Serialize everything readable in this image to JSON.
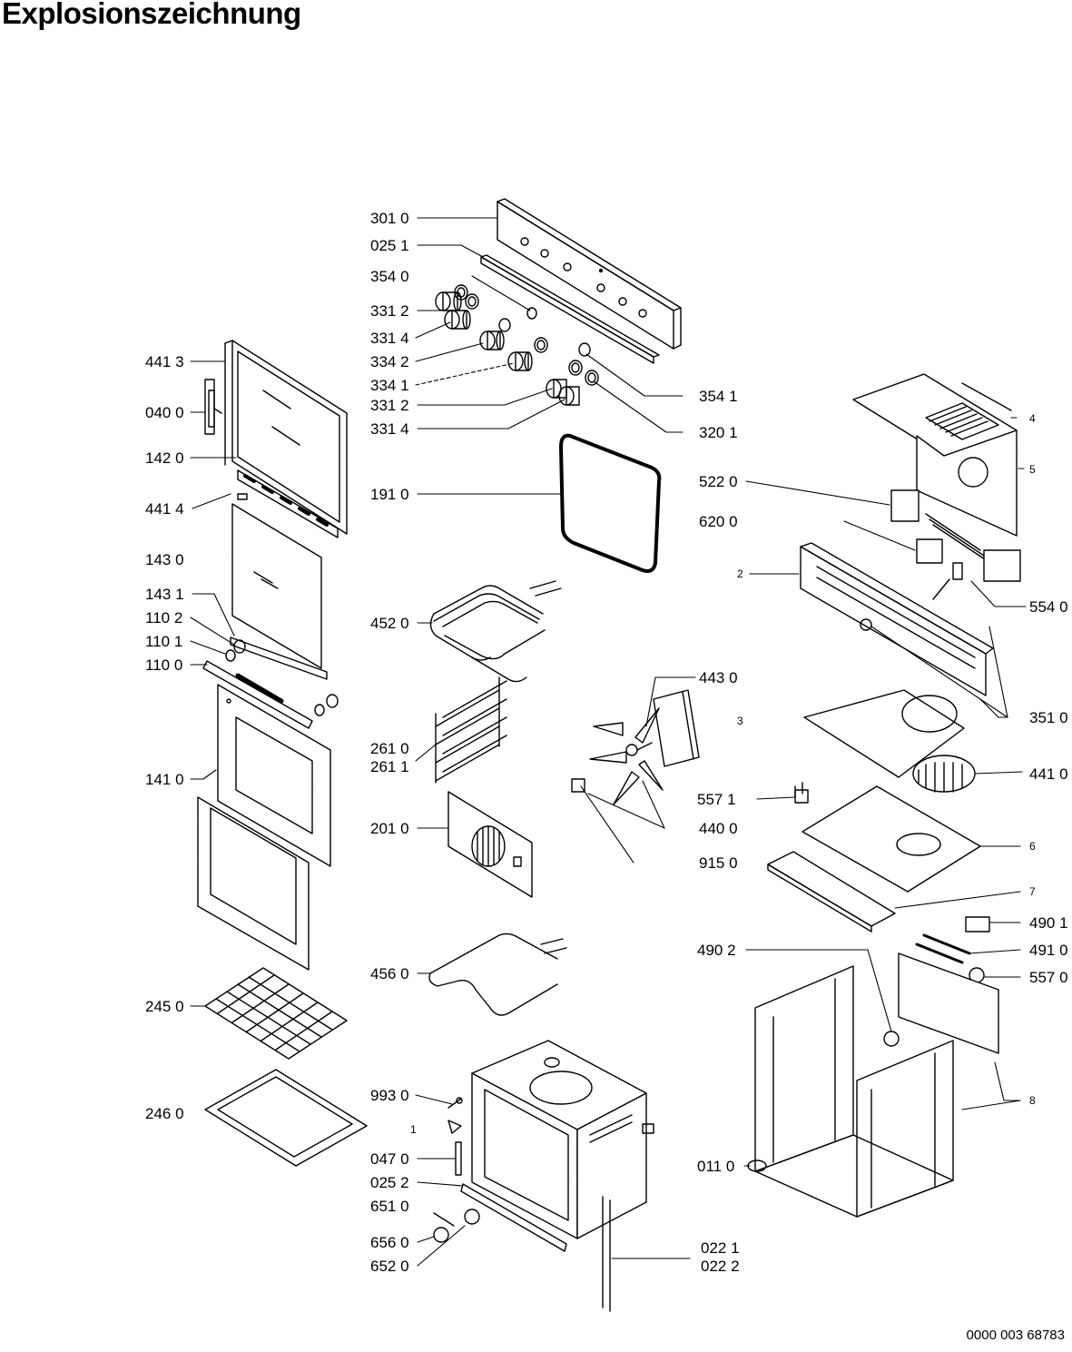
{
  "title": "Explosionszeichnung",
  "document_number": "0000 003 68783",
  "part_labels": [
    "301 0",
    "025 1",
    "354 0",
    "331 2",
    "331 4",
    "334 2",
    "334 1",
    "331 2",
    "331 4",
    "354 1",
    "320 1",
    "191 0",
    "441 3",
    "040 0",
    "142 0",
    "441 4",
    "143 0",
    "143 1",
    "110 2",
    "110 1",
    "110 0",
    "141 0",
    "452 0",
    "261 0",
    "261 1",
    "201 0",
    "443 0",
    "3",
    "557 1",
    "440 0",
    "915 0",
    "456 0",
    "245 0",
    "246 0",
    "993 0",
    "1",
    "047 0",
    "025 2",
    "651 0",
    "656 0",
    "652 0",
    "022 1",
    "022 2",
    "4",
    "5",
    "522 0",
    "620 0",
    "2",
    "554 0",
    "351 0",
    "441 0",
    "6",
    "7",
    "490 1",
    "490 2",
    "491 0",
    "557 0",
    "8",
    "011 0"
  ]
}
